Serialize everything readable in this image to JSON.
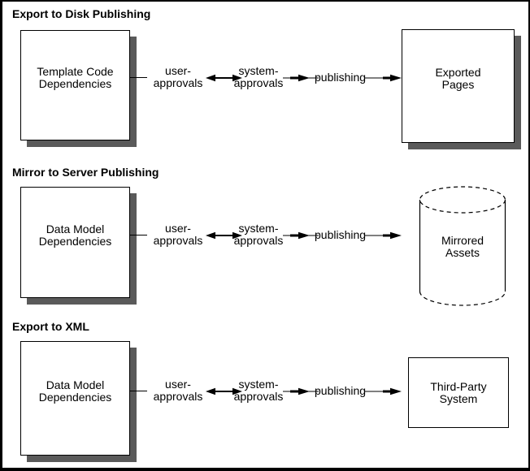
{
  "diagram": {
    "background": "#ffffff",
    "line_color": "#000000",
    "shadow_color": "#5a5a5a",
    "sections": [
      {
        "title": "Export to Disk Publishing",
        "source_label": "Template Code\nDependencies",
        "user_approvals": "user-\napprovals",
        "system_approvals": "system-\napprovals",
        "publishing": "publishing",
        "target_label": "Exported\nPages",
        "target_type": "box"
      },
      {
        "title": "Mirror to Server Publishing",
        "source_label": "Data Model\nDependencies",
        "user_approvals": "user-\napprovals",
        "system_approvals": "system-\napprovals",
        "publishing": "publishing",
        "target_label": "Mirrored\nAssets",
        "target_type": "cylinder"
      },
      {
        "title": "Export to XML",
        "source_label": "Data Model\nDependencies",
        "user_approvals": "user-\napprovals",
        "system_approvals": "system-\napprovals",
        "publishing": "publishing",
        "target_label": "Third-Party\nSystem",
        "target_type": "box"
      }
    ]
  }
}
